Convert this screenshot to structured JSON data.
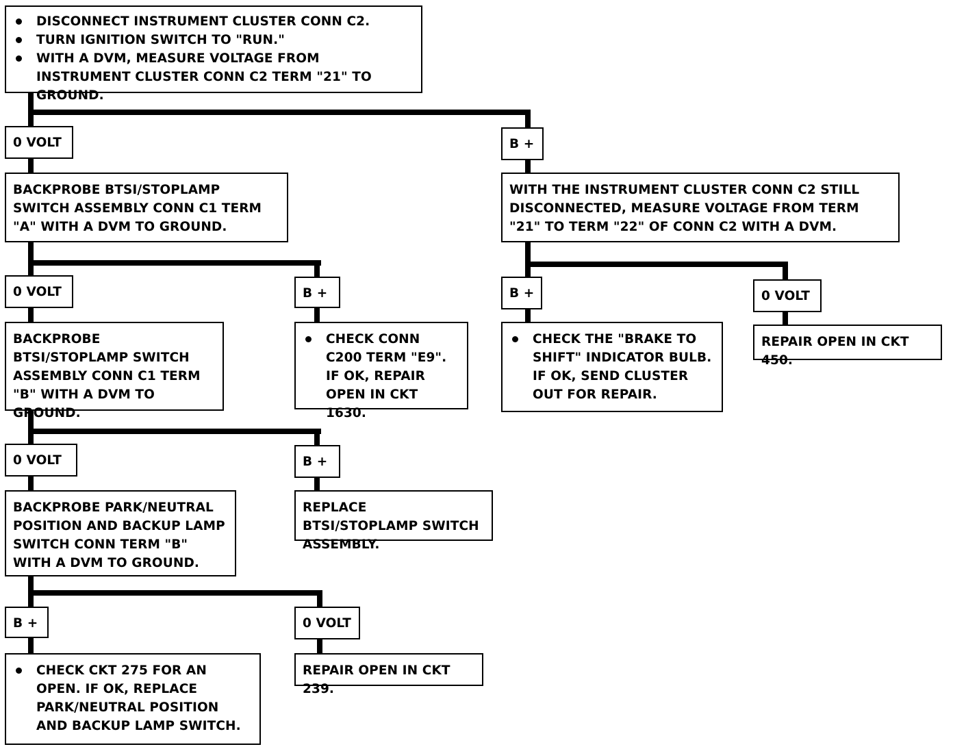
{
  "start": {
    "bullets": [
      "DISCONNECT INSTRUMENT CLUSTER CONN C2.",
      "TURN IGNITION SWITCH TO \"RUN.\"",
      "WITH A DVM, MEASURE VOLTAGE FROM INSTRUMENT CLUSTER CONN C2 TERM \"21\" TO GROUND."
    ]
  },
  "labels": {
    "zero_volt": "0 VOLT",
    "b_plus": "B +"
  },
  "steps": {
    "step_a": "BACKPROBE BTSI/STOPLAMP SWITCH ASSEMBLY CONN C1 TERM \"A\" WITH A DVM TO GROUND.",
    "step_b": "BACKPROBE BTSI/STOPLAMP SWITCH ASSEMBLY CONN C1 TERM \"B\" WITH A DVM TO GROUND.",
    "step_c": "BACKPROBE PARK/NEUTRAL POSITION AND BACKUP LAMP SWITCH CONN TERM \"B\" WITH A DVM TO GROUND.",
    "step_r": "WITH THE INSTRUMENT CLUSTER CONN C2 STILL DISCONNECTED, MEASURE VOLTAGE FROM TERM \"21\" TO TERM \"22\" OF CONN C2 WITH A DVM."
  },
  "results": {
    "check_c200": "CHECK CONN C200 TERM \"E9\". IF OK, REPAIR OPEN IN CKT 1630.",
    "replace_btsi": "REPLACE BTSI/STOPLAMP SWITCH ASSEMBLY.",
    "check_ckt275": "CHECK CKT 275 FOR AN OPEN. IF OK, REPLACE PARK/NEUTRAL POSITION AND BACKUP LAMP SWITCH.",
    "repair_239": "REPAIR OPEN IN CKT 239.",
    "check_bulb": "CHECK THE \"BRAKE TO SHIFT\" INDICATOR BULB. IF OK, SEND CLUSTER OUT FOR REPAIR.",
    "repair_450": "REPAIR OPEN IN CKT 450."
  }
}
